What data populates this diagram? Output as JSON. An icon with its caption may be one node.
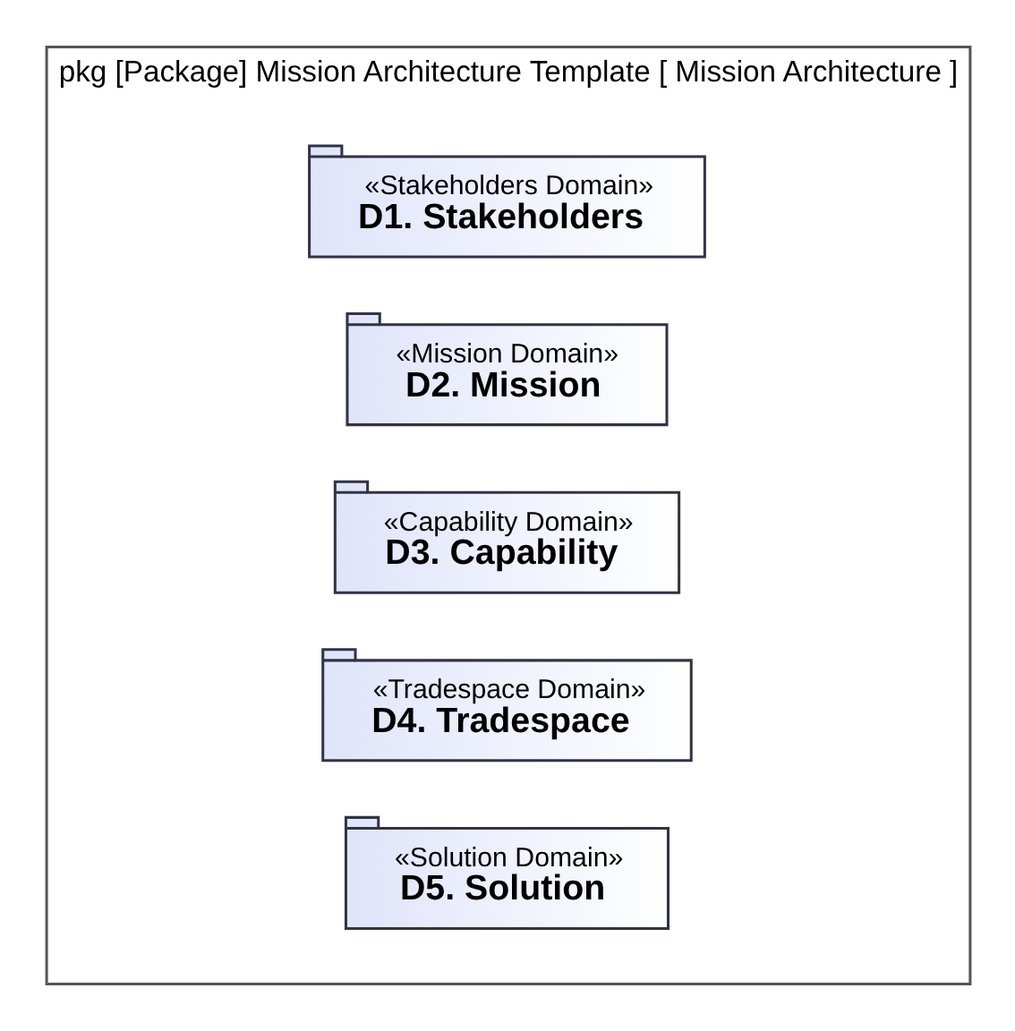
{
  "diagram": {
    "nodes": [
      {
        "text": [
          "pkg [Package] Mission Architecture Template [ Mission Architecture ]"
        ]
      },
      {
        "text": [
          "«Stakeholders Domain»",
          "D1. Stakeholders"
        ],
        "in": 0
      },
      {
        "text": [
          "«Mission Domain»",
          "D2. Mission"
        ],
        "in": 0
      },
      {
        "text": [
          "«Capability Domain»",
          "D3. Capability"
        ],
        "in": 0
      },
      {
        "text": [
          "«Tradespace Domain»",
          "D4. Tradespace"
        ],
        "in": 0
      },
      {
        "text": [
          "«Solution Domain»",
          "D5. Solution"
        ],
        "in": 0
      }
    ],
    "edges": []
  }
}
